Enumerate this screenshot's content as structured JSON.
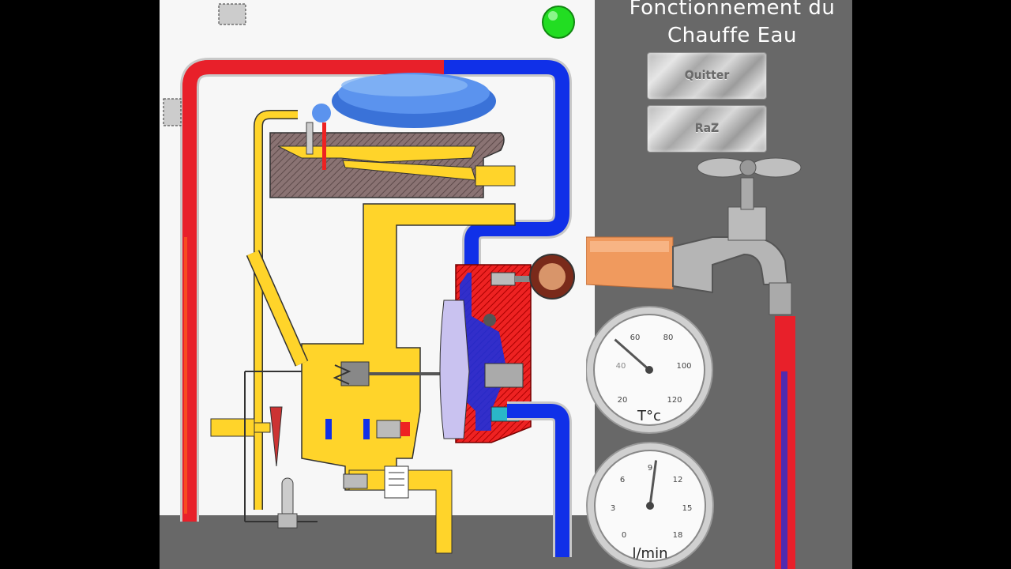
{
  "title": {
    "line1": "Fonctionnement du",
    "line2": "Chauffe Eau"
  },
  "buttons": {
    "quitter": "Quitter",
    "raz": "RaZ"
  },
  "indicator": {
    "color": "#22dd22"
  },
  "temperature_gauge": {
    "unit_label": "T°c",
    "ticks": [
      "20",
      "40",
      "60",
      "80",
      "100",
      "120"
    ],
    "value": 52
  },
  "flow_gauge": {
    "unit_label": "l/min",
    "ticks": [
      "0",
      "3",
      "6",
      "9",
      "12",
      "15",
      "18"
    ],
    "value": 9.5
  },
  "colors": {
    "hot": "#e8202a",
    "cold": "#1030e8",
    "gas": "#ffd42a",
    "valve_body": "#e22",
    "background": "#686868"
  }
}
